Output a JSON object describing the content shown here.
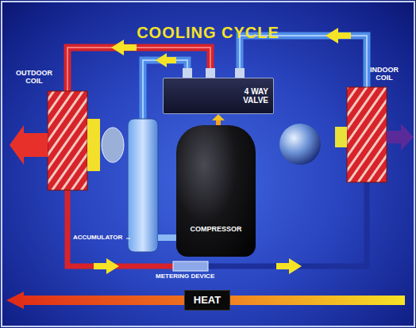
{
  "diagram": {
    "title": "COOLING CYCLE",
    "nodes": [
      {
        "text": [
          "4 WAY VALVE"
        ]
      },
      {
        "text": [
          "COMPRESSOR"
        ]
      },
      {
        "text": [
          "HEAT"
        ]
      }
    ],
    "edges": [
      {
        "from": 1,
        "to": 0,
        "arrow": "to"
      }
    ],
    "labels": [
      "OUTDOOR COIL",
      "INDOOR COIL",
      "ACCUMULATOR",
      "METERING DEVICE"
    ]
  }
}
